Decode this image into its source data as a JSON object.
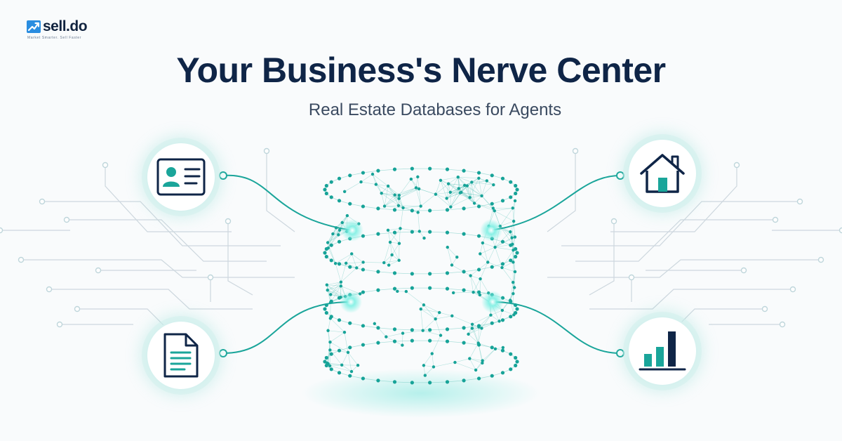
{
  "brand": {
    "name": "sell.do",
    "tagline": "Market Smarter. Sell Faster",
    "logo_icon": "trend-arrow-icon",
    "primary_color": "#0f2547",
    "accent_color": "#1aa59a",
    "logo_color": "#2a8de0"
  },
  "hero": {
    "title": "Your Business's Nerve Center",
    "subtitle": "Real Estate Databases for Agents"
  },
  "features": [
    {
      "icon": "contact-card-icon"
    },
    {
      "icon": "house-icon"
    },
    {
      "icon": "document-icon"
    },
    {
      "icon": "bar-chart-icon"
    }
  ],
  "central_graphic": {
    "icon": "database-network-icon"
  }
}
